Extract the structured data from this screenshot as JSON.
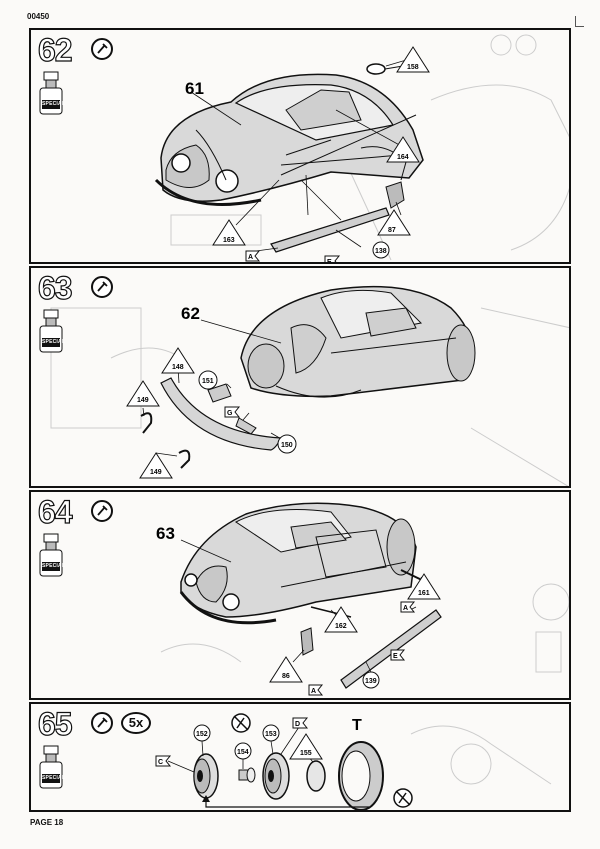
{
  "document_code": "00450",
  "page_label": "PAGE 18",
  "jar_label": "SPECIAL",
  "steps": [
    {
      "number": "62",
      "assembly_ref": "61",
      "parts": {
        "p158": "158",
        "p164": "164",
        "p163": "163",
        "p87": "87",
        "p138": "138",
        "ptA": "A",
        "ptE": "E"
      }
    },
    {
      "number": "63",
      "assembly_ref": "62",
      "parts": {
        "p148": "148",
        "p151": "151",
        "p149a": "149",
        "p149b": "149",
        "ptG": "G",
        "p150": "150"
      }
    },
    {
      "number": "64",
      "assembly_ref": "63",
      "parts": {
        "p161": "161",
        "p162": "162",
        "p86": "86",
        "p139": "139",
        "ptA1": "A",
        "ptE": "E",
        "ptA2": "A"
      }
    },
    {
      "number": "65",
      "multiplier": "5x",
      "parts": {
        "p152": "152",
        "p154": "154",
        "p153": "153",
        "p155": "155",
        "ptC": "C",
        "ptD": "D",
        "ptT": "T"
      }
    }
  ]
}
